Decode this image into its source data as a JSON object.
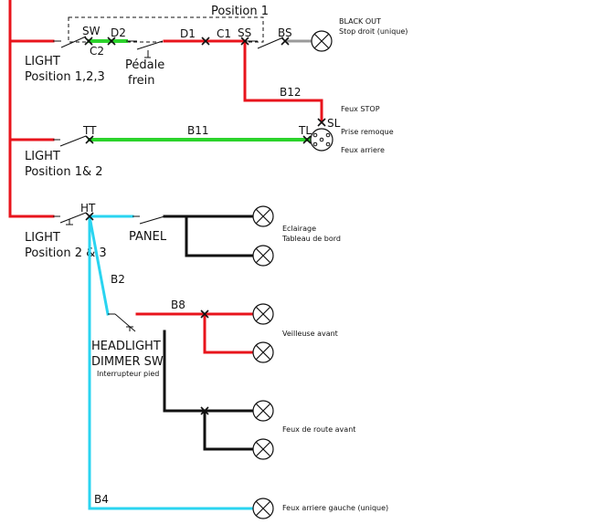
{
  "colors": {
    "red_wire": "#e8141c",
    "green_wire": "#2bd32b",
    "cyan_wire": "#2ad4f0",
    "black_wire": "#111111",
    "grey_wire": "#9a9a9a"
  },
  "labels": {
    "position1": "Position 1",
    "sw": "SW",
    "d2": "D2",
    "c2": "C2",
    "pedale_line1": "Pédale",
    "pedale_line2": "frein",
    "d1": "D1",
    "c1": "C1",
    "ss": "SS",
    "bs": "BS",
    "blackout_line1": "BLACK OUT",
    "blackout_line2": "Stop droit (unique)",
    "light1_line1": "LIGHT",
    "light1_line2": "Position 1,2,3",
    "b12": "B12",
    "feux_stop": "Feux STOP",
    "sl": "SL",
    "prise_remorque": "Prise remoque",
    "feux_arriere": "Feux arriere",
    "tt": "TT",
    "b11": "B11",
    "tl": "TL",
    "light2_line1": "LIGHT",
    "light2_line2": "Position 1& 2",
    "ht": "HT",
    "light3_line1": "LIGHT",
    "light3_line2": "Position 2 & 3",
    "panel": "PANEL",
    "eclairage_line1": "Eclairage",
    "eclairage_line2": "Tableau de bord",
    "b2": "B2",
    "b8": "B8",
    "veilleuse": "Veilleuse avant",
    "headlight_line1": "HEADLIGHT",
    "headlight_line2": "DIMMER SW.",
    "headlight_line3": "Interrupteur pied",
    "feux_route": "Feux de route avant",
    "b4": "B4",
    "feux_arriere_gauche": "Feux arriere gauche (unique)"
  }
}
